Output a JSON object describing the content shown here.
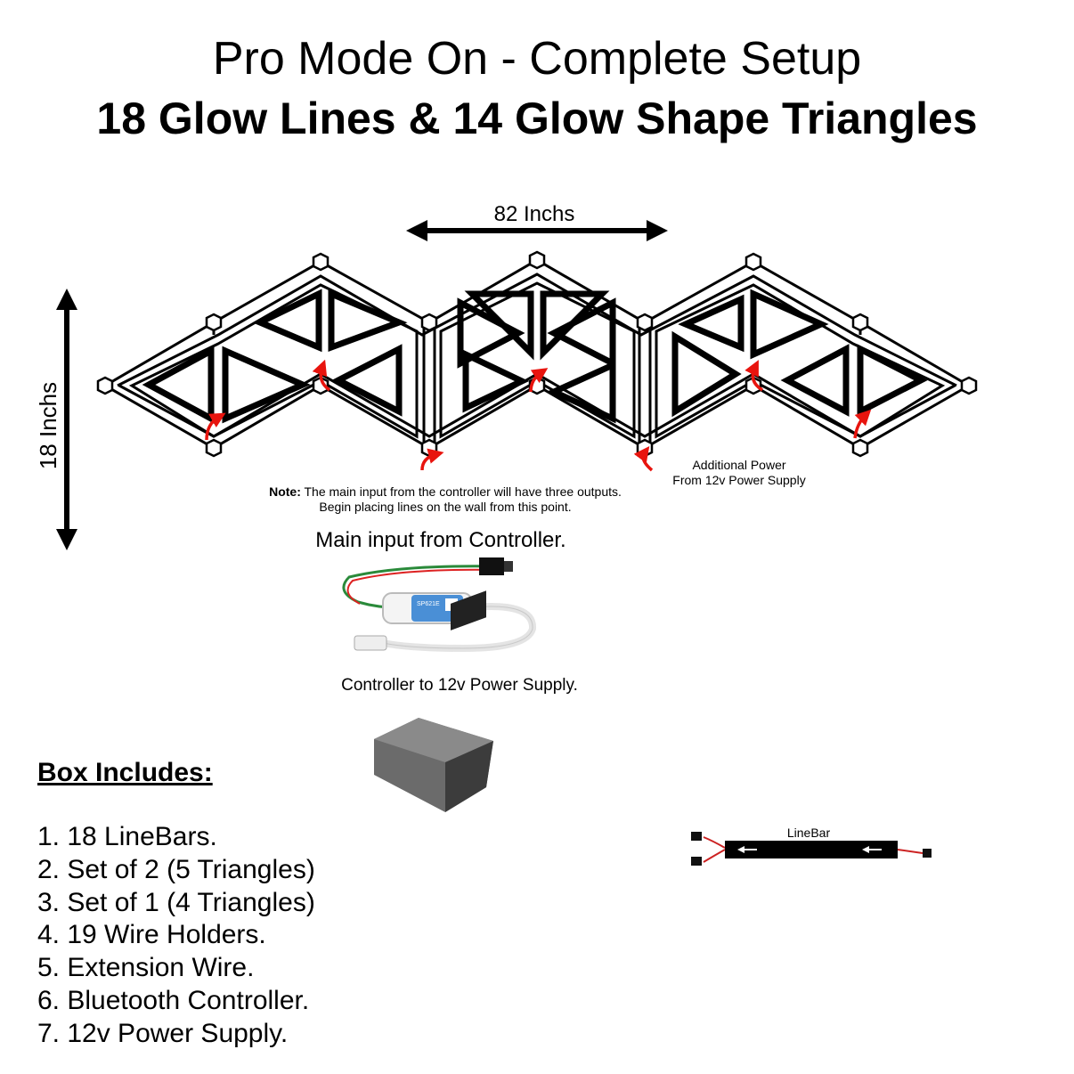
{
  "header": {
    "title": "Pro Mode On - Complete Setup",
    "subtitle": "18 Glow Lines & 14 Glow Shape Triangles"
  },
  "dimensions": {
    "width_label": "82 Inchs",
    "height_label": "18 Inchs"
  },
  "annotations": {
    "note_prefix": "Note:",
    "note_line1": " The main input from the controller will have three outputs.",
    "note_line2": "Begin placing lines on the wall from this point.",
    "additional_power_line1": "Additional Power",
    "additional_power_line2": "From 12v Power Supply"
  },
  "controller": {
    "caption": "Main input from Controller.",
    "device_label": "SP621E",
    "psu_caption": "Controller to 12v Power Supply."
  },
  "box": {
    "heading": "Box Includes:",
    "items": [
      "1. 18 LineBars.",
      "2. Set of 2 (5 Triangles)",
      "3. Set of 1 (4 Triangles)",
      "4. 19 Wire Holders.",
      "5. Extension Wire.",
      "6. Bluetooth Controller.",
      "7. 12v Power Supply."
    ]
  },
  "linebar": {
    "label": "LineBar"
  },
  "colors": {
    "arrow_red": "#e8140e",
    "outline": "#000000",
    "power_supply": "#5a5a5a",
    "controller_blue": "#4a8fd6"
  }
}
